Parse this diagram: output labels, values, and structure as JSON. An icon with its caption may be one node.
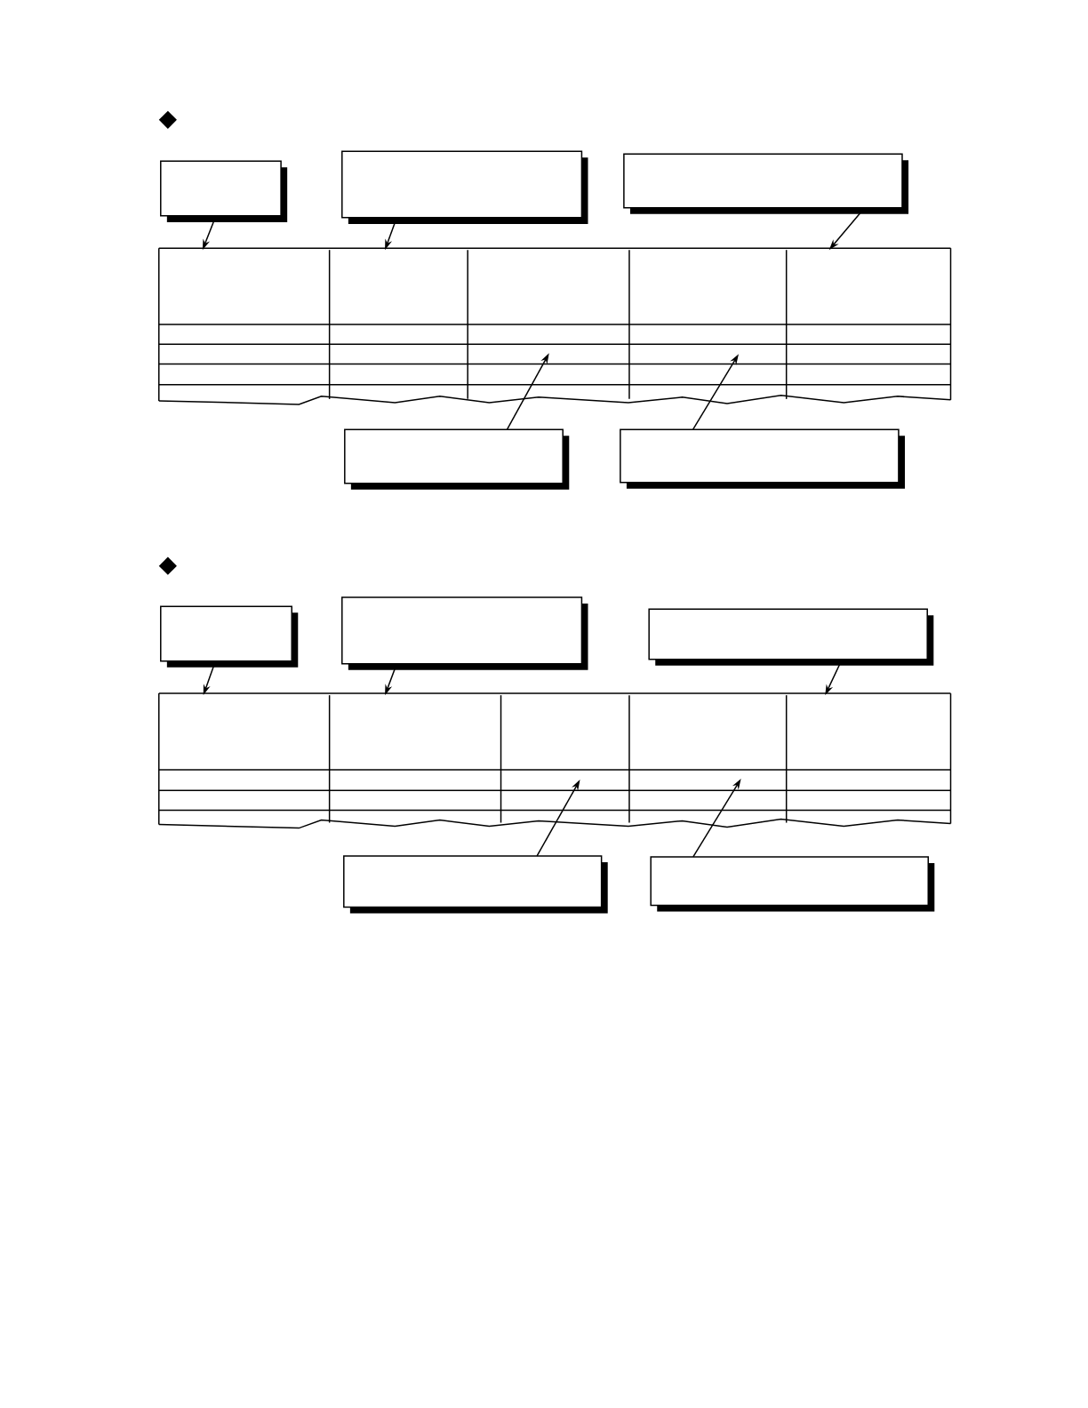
{
  "diagram": {
    "nodes": [
      {
        "text": [],
        "shape": "box"
      },
      {
        "text": [],
        "shape": "box"
      },
      {
        "text": [],
        "shape": "box"
      },
      {
        "text": [],
        "shape": "table"
      },
      {
        "text": [],
        "shape": "box"
      },
      {
        "text": [],
        "shape": "box"
      },
      {
        "text": [],
        "shape": "box"
      },
      {
        "text": [],
        "shape": "box"
      },
      {
        "text": [],
        "shape": "box"
      },
      {
        "text": [],
        "shape": "table"
      },
      {
        "text": [],
        "shape": "box"
      },
      {
        "text": [],
        "shape": "box"
      }
    ],
    "edges": [
      {
        "from": 0,
        "to": 3,
        "arrow": "to"
      },
      {
        "from": 1,
        "to": 3,
        "arrow": "to"
      },
      {
        "from": 2,
        "to": 3,
        "arrow": "to"
      },
      {
        "from": 4,
        "to": 3,
        "arrow": "to"
      },
      {
        "from": 5,
        "to": 3,
        "arrow": "to"
      },
      {
        "from": 6,
        "to": 9,
        "arrow": "to"
      },
      {
        "from": 7,
        "to": 9,
        "arrow": "to"
      },
      {
        "from": 8,
        "to": 9,
        "arrow": "to"
      },
      {
        "from": 10,
        "to": 9,
        "arrow": "to"
      },
      {
        "from": 11,
        "to": 9,
        "arrow": "to"
      }
    ]
  }
}
